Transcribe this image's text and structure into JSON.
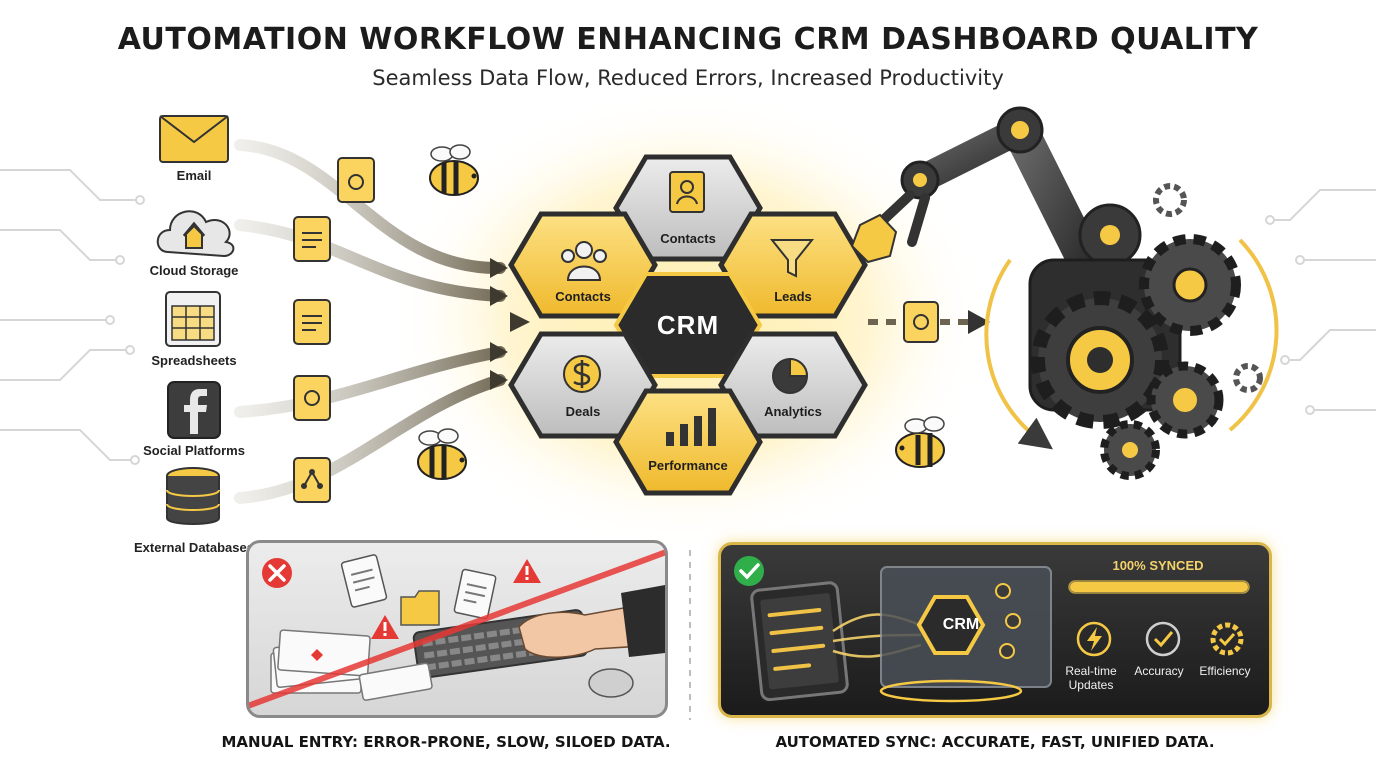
{
  "title": "AUTOMATION WORKFLOW ENHANCING CRM DASHBOARD QUALITY",
  "subtitle": "Seamless Data Flow, Reduced Errors, Increased Productivity",
  "sources": [
    {
      "label": "Email",
      "icon": "envelope-icon"
    },
    {
      "label": "Cloud Storage",
      "icon": "cloud-upload-icon"
    },
    {
      "label": "Spreadsheets",
      "icon": "spreadsheet-icon"
    },
    {
      "label": "Social Platforms",
      "icon": "facebook-icon"
    },
    {
      "label": "External Databases",
      "icon": "database-icon"
    }
  ],
  "hub": {
    "center": "CRM",
    "cells": [
      {
        "label": "Contacts",
        "icon": "address-book-icon"
      },
      {
        "label": "Contacts",
        "icon": "people-icon"
      },
      {
        "label": "Leads",
        "icon": "funnel-icon"
      },
      {
        "label": "Deals",
        "icon": "dollar-coin-icon"
      },
      {
        "label": "Analytics",
        "icon": "pie-chart-icon"
      },
      {
        "label": "Performance",
        "icon": "bar-chart-icon"
      }
    ]
  },
  "manual": {
    "caption": "MANUAL ENTRY: ERROR-PRONE, SLOW, SILOED DATA."
  },
  "automated": {
    "sync_label": "100% SYNCED",
    "sync_fraction": 1.0,
    "center": "CRM",
    "metrics": [
      {
        "label": "Real-time Updates",
        "icon": "lightning-icon"
      },
      {
        "label": "Accuracy",
        "icon": "target-check-icon"
      },
      {
        "label": "Efficiency",
        "icon": "gear-check-icon"
      }
    ],
    "caption": "AUTOMATED SYNC: ACCURATE, FAST, UNIFIED DATA."
  },
  "colors": {
    "honey": "#f6c945",
    "honey_dark": "#e2a91a",
    "hex_dark": "#2b2b2b",
    "hex_gray": "#cfcfcf",
    "error_red": "#e53935",
    "ok_green": "#2fae4a"
  }
}
